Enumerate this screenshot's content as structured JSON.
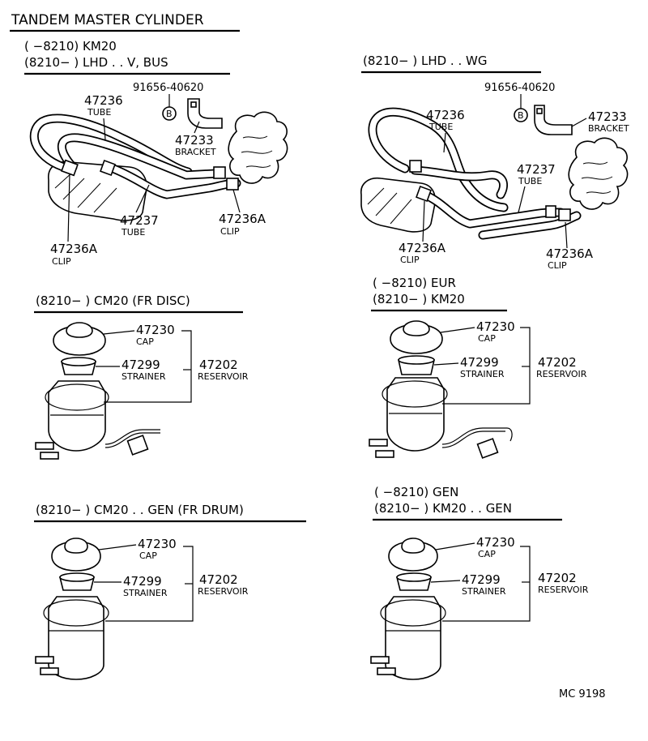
{
  "title": "TANDEM MASTER CYLINDER",
  "code": "MC 9198",
  "sections": {
    "s1": {
      "line1": "(      −8210) KM20",
      "line2": "(8210−       ) LHD . . V, BUS"
    },
    "s2": {
      "line1": "(8210−       ) LHD . . WG"
    },
    "s3": {
      "line1": "(8210−       ) CM20 (FR DISC)"
    },
    "s4": {
      "line1": "(      −8210) EUR",
      "line2": "(8210−       ) KM20"
    },
    "s5": {
      "line1": "(8210−       ) CM20 . . GEN (FR DRUM)"
    },
    "s6": {
      "line1": "(      −8210) GEN",
      "line2": "(8210−       ) KM20 . . GEN"
    }
  },
  "parts": {
    "tube_47236": {
      "number": "47236",
      "name": "TUBE"
    },
    "tube_47237": {
      "number": "47237",
      "name": "TUBE"
    },
    "clip_47236a": {
      "number": "47236A",
      "name": "CLIP"
    },
    "bracket_47233": {
      "number": "47233",
      "name": "BRACKET"
    },
    "bolt_91656": {
      "number": "91656-40620",
      "symbol": "B"
    },
    "cap_47230": {
      "number": "47230",
      "name": "CAP"
    },
    "strainer_47299": {
      "number": "47299",
      "name": "STRAINER"
    },
    "reservoir_47202": {
      "number": "47202",
      "name": "RESERVOIR"
    }
  }
}
